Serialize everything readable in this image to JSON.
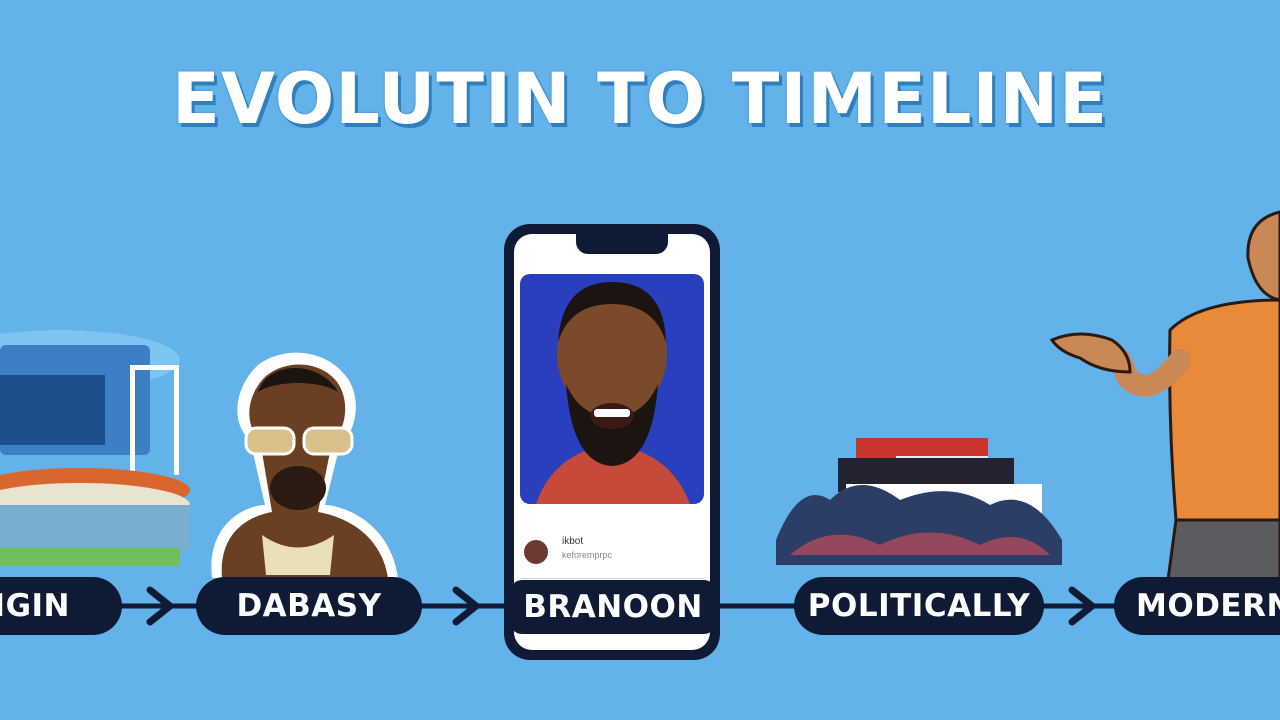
{
  "title": "EVOLUTIN TO TIMELINE",
  "timeline": {
    "stages": [
      {
        "label": "IGIN"
      },
      {
        "label": "DABASY"
      },
      {
        "label": "BRANOON"
      },
      {
        "label": "POLITICALLY"
      },
      {
        "label": "MODERN"
      }
    ]
  },
  "phone_post": {
    "name": "ikbot",
    "subtext": "keforemprpc"
  },
  "colors": {
    "background": "#63b3ea",
    "pill": "#0f1b34",
    "title_shadow": "#2f7fbf"
  }
}
